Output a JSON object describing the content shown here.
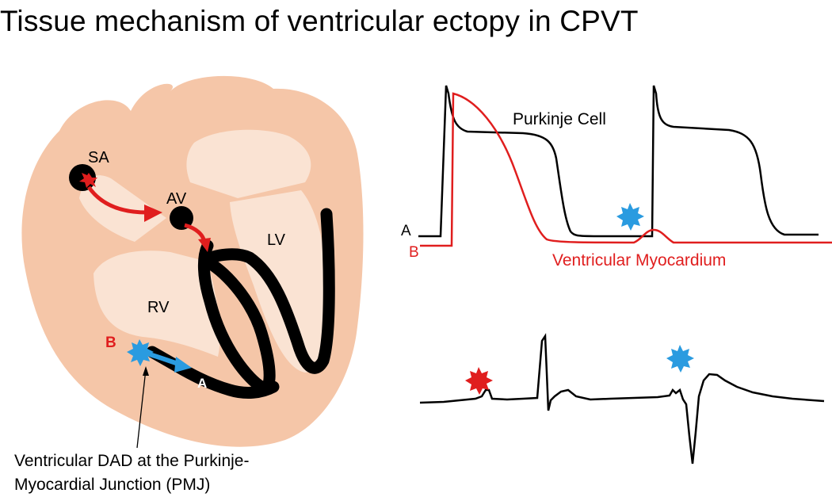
{
  "title": "Tissue mechanism of ventricular ectopy in CPVT",
  "heart": {
    "labels": {
      "sa": "SA",
      "av": "AV",
      "lv": "LV",
      "rv": "RV",
      "point_b": "B",
      "point_a": "A"
    },
    "annotation": [
      "Ventricular DAD at the Purkinje-",
      "Myocardial Junction (PMJ)"
    ]
  },
  "action_potentials": {
    "trace_a_label": "A",
    "trace_b_label": "B",
    "purkinje_label": "Purkinje Cell",
    "myocardium_label": "Ventricular Myocardium"
  },
  "colors": {
    "tissue": "#f5c6a8",
    "chamber": "#fae3d3",
    "trace_a": "#000000",
    "trace_b": "#e01e1e",
    "red_star": "#e01e1e",
    "blue_star": "#2a9be0"
  },
  "icons": {
    "red_star": "star-burst-icon",
    "blue_star": "star-burst-icon"
  }
}
